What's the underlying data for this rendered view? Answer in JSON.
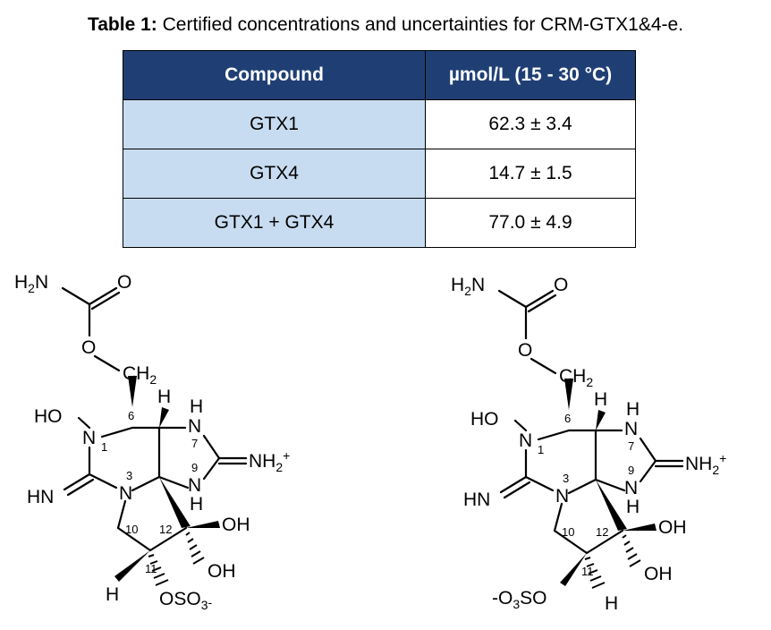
{
  "caption": {
    "label": "Table 1:",
    "text": " Certified concentrations and uncertainties for CRM-GTX1&4-e."
  },
  "table": {
    "headers": [
      "Compound",
      "µmol/L (15 - 30 °C)"
    ],
    "rows": [
      {
        "compound": "GTX1",
        "value": "62.3 ± 3.4"
      },
      {
        "compound": "GTX4",
        "value": "14.7 ± 1.5"
      },
      {
        "compound": "GTX1 + GTX4",
        "value": "77.0 ± 4.9"
      }
    ]
  },
  "structures": {
    "left": {
      "h2n_main": "H",
      "h2n_sub": "2",
      "h2n_end": "N",
      "carbonyl_o": "O",
      "ester_o": "O",
      "ch2_main": "CH",
      "ch2_sub": "2",
      "h_top": "H",
      "ho": "HO",
      "n1": "N",
      "label1": "1",
      "label6": "6",
      "nh7_h": "H",
      "nh7_n": "N",
      "label7": "7",
      "nh2plus_main": "NH",
      "nh2plus_sub": "2",
      "nh2plus_sup": "+",
      "label9": "9",
      "nh9_n": "N",
      "nh9_h": "H",
      "label3": "3",
      "n3": "N",
      "hn": "HN",
      "label10": "10",
      "label12": "12",
      "label11": "11",
      "oh1": "OH",
      "oh2": "OH",
      "h_bottom": "H",
      "oso3_main": "OSO",
      "oso3_sub": "3",
      "oso3_sup": "-"
    },
    "right": {
      "h2n_main": "H",
      "h2n_sub": "2",
      "h2n_end": "N",
      "carbonyl_o": "O",
      "ester_o": "O",
      "ch2_main": "CH",
      "ch2_sub": "2",
      "h_top": "H",
      "ho": "HO",
      "n1": "N",
      "label1": "1",
      "label6": "6",
      "nh7_h": "H",
      "nh7_n": "N",
      "label7": "7",
      "nh2plus_main": "NH",
      "nh2plus_sub": "2",
      "nh2plus_sup": "+",
      "label9": "9",
      "nh9_n": "N",
      "nh9_h": "H",
      "label3": "3",
      "n3": "N",
      "hn": "HN",
      "label10": "10",
      "label12": "12",
      "label11": "11",
      "oh1": "OH",
      "oh2": "OH",
      "h_bottom": "H",
      "oso3_pre": "-O",
      "oso3_sub": "3",
      "oso3_end": "SO"
    }
  }
}
